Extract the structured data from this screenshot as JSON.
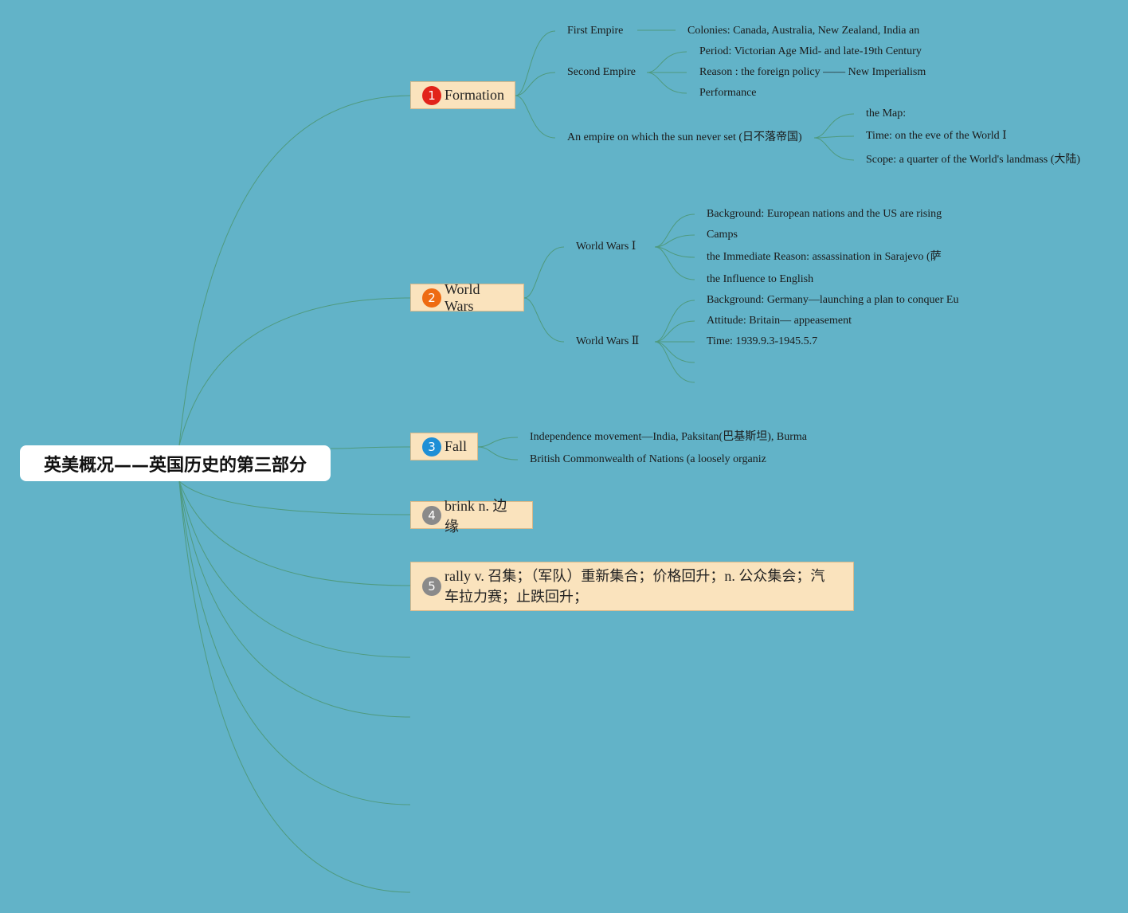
{
  "root": {
    "label": "英美概况——英国历史的第三部分"
  },
  "colors": {
    "background": "#62b3c8",
    "link": "#4f9a7e",
    "topic_fill": "#fae3bd",
    "badge_1": "#e2231a",
    "badge_2": "#ee6b12",
    "badge_3": "#1e8fd6",
    "badge_4": "#8a8a8a",
    "badge_5": "#8a8a8a"
  },
  "topics": [
    {
      "number": "1",
      "label": "Formation"
    },
    {
      "number": "2",
      "label": "World Wars"
    },
    {
      "number": "3",
      "label": "Fall"
    },
    {
      "number": "4",
      "label": "brink n. 边缘"
    },
    {
      "number": "5",
      "label": "rally v. 召集；（军队）重新集合；价格回升；n. 公众集会；汽车拉力赛；止跌回升；"
    }
  ],
  "formation": {
    "first_empire": "First Empire",
    "colonies": "Colonies: Canada, Australia, New Zealand, India an",
    "second_empire": "Second Empire",
    "period": "Period: Victorian Age Mid- and late-19th Century",
    "reason": "Reason : the foreign policy —— New Imperialism",
    "performance": "Performance",
    "sun_never_set": "An empire on which the sun never set (日不落帝国)",
    "map": "the Map:",
    "time": "Time: on the eve of the World Ⅰ",
    "scope": "Scope: a quarter of the World's landmass (大陆)"
  },
  "world_wars": {
    "ww1": "World Wars Ⅰ",
    "ww1_background": "Background: European nations and the US are rising",
    "ww1_camps": "Camps",
    "ww1_reason": "the Immediate Reason: assassination in Sarajevo (萨",
    "ww1_influence": "the Influence to English",
    "ww2": "World Wars Ⅱ",
    "ww2_background": "Background: Germany—launching a plan to conquer Eu",
    "ww2_attitude": "Attitude: Britain— appeasement",
    "ww2_time": "Time: 1939.9.3-1945.5.7"
  },
  "fall": {
    "independence": "Independence movement—India, Paksitan(巴基斯坦), Burma",
    "commonwealth": "British Commonwealth of Nations (a loosely organiz"
  }
}
